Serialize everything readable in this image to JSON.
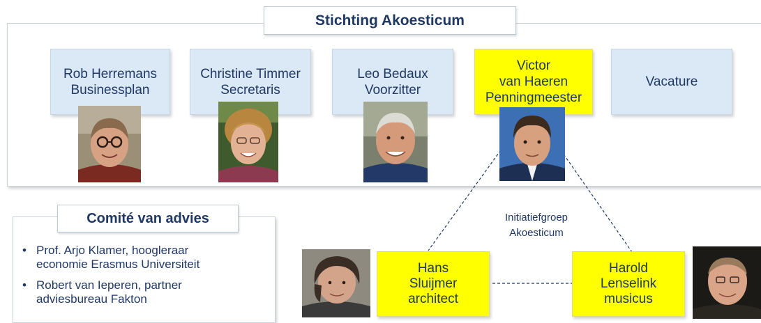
{
  "board": {
    "title": "Stichting Akoesticum",
    "members": [
      {
        "line1": "Rob Herremans",
        "line2": "Businessplan",
        "line3": ""
      },
      {
        "line1": "Christine Timmer",
        "line2": "Secretaris",
        "line3": ""
      },
      {
        "line1": "Leo Bedaux",
        "line2": "Voorzitter",
        "line3": ""
      },
      {
        "line1": "Victor",
        "line2": "van Haeren",
        "line3": "Penningmeester"
      },
      {
        "line1": "Vacature",
        "line2": "",
        "line3": ""
      }
    ]
  },
  "advisory": {
    "title": "Comité van advies",
    "items": [
      {
        "line1": "Prof. Arjo Klamer, hoogleraar",
        "line2": "economie Erasmus Universiteit"
      },
      {
        "line1": "Robert van Ieperen, partner",
        "line2": "adviesbureau Fakton"
      }
    ]
  },
  "initiative": {
    "label_line1": "Initiatiefgroep",
    "label_line2": "Akoesticum",
    "members": [
      {
        "line1": "Hans",
        "line2": "Sluijmer",
        "line3": "architect"
      },
      {
        "line1": "Harold",
        "line2": "Lenselink",
        "line3": "musicus"
      }
    ]
  },
  "colors": {
    "navy_text": "#1f3864",
    "card_blue": "#dbe9f6",
    "highlight_yellow": "#ffff00"
  }
}
